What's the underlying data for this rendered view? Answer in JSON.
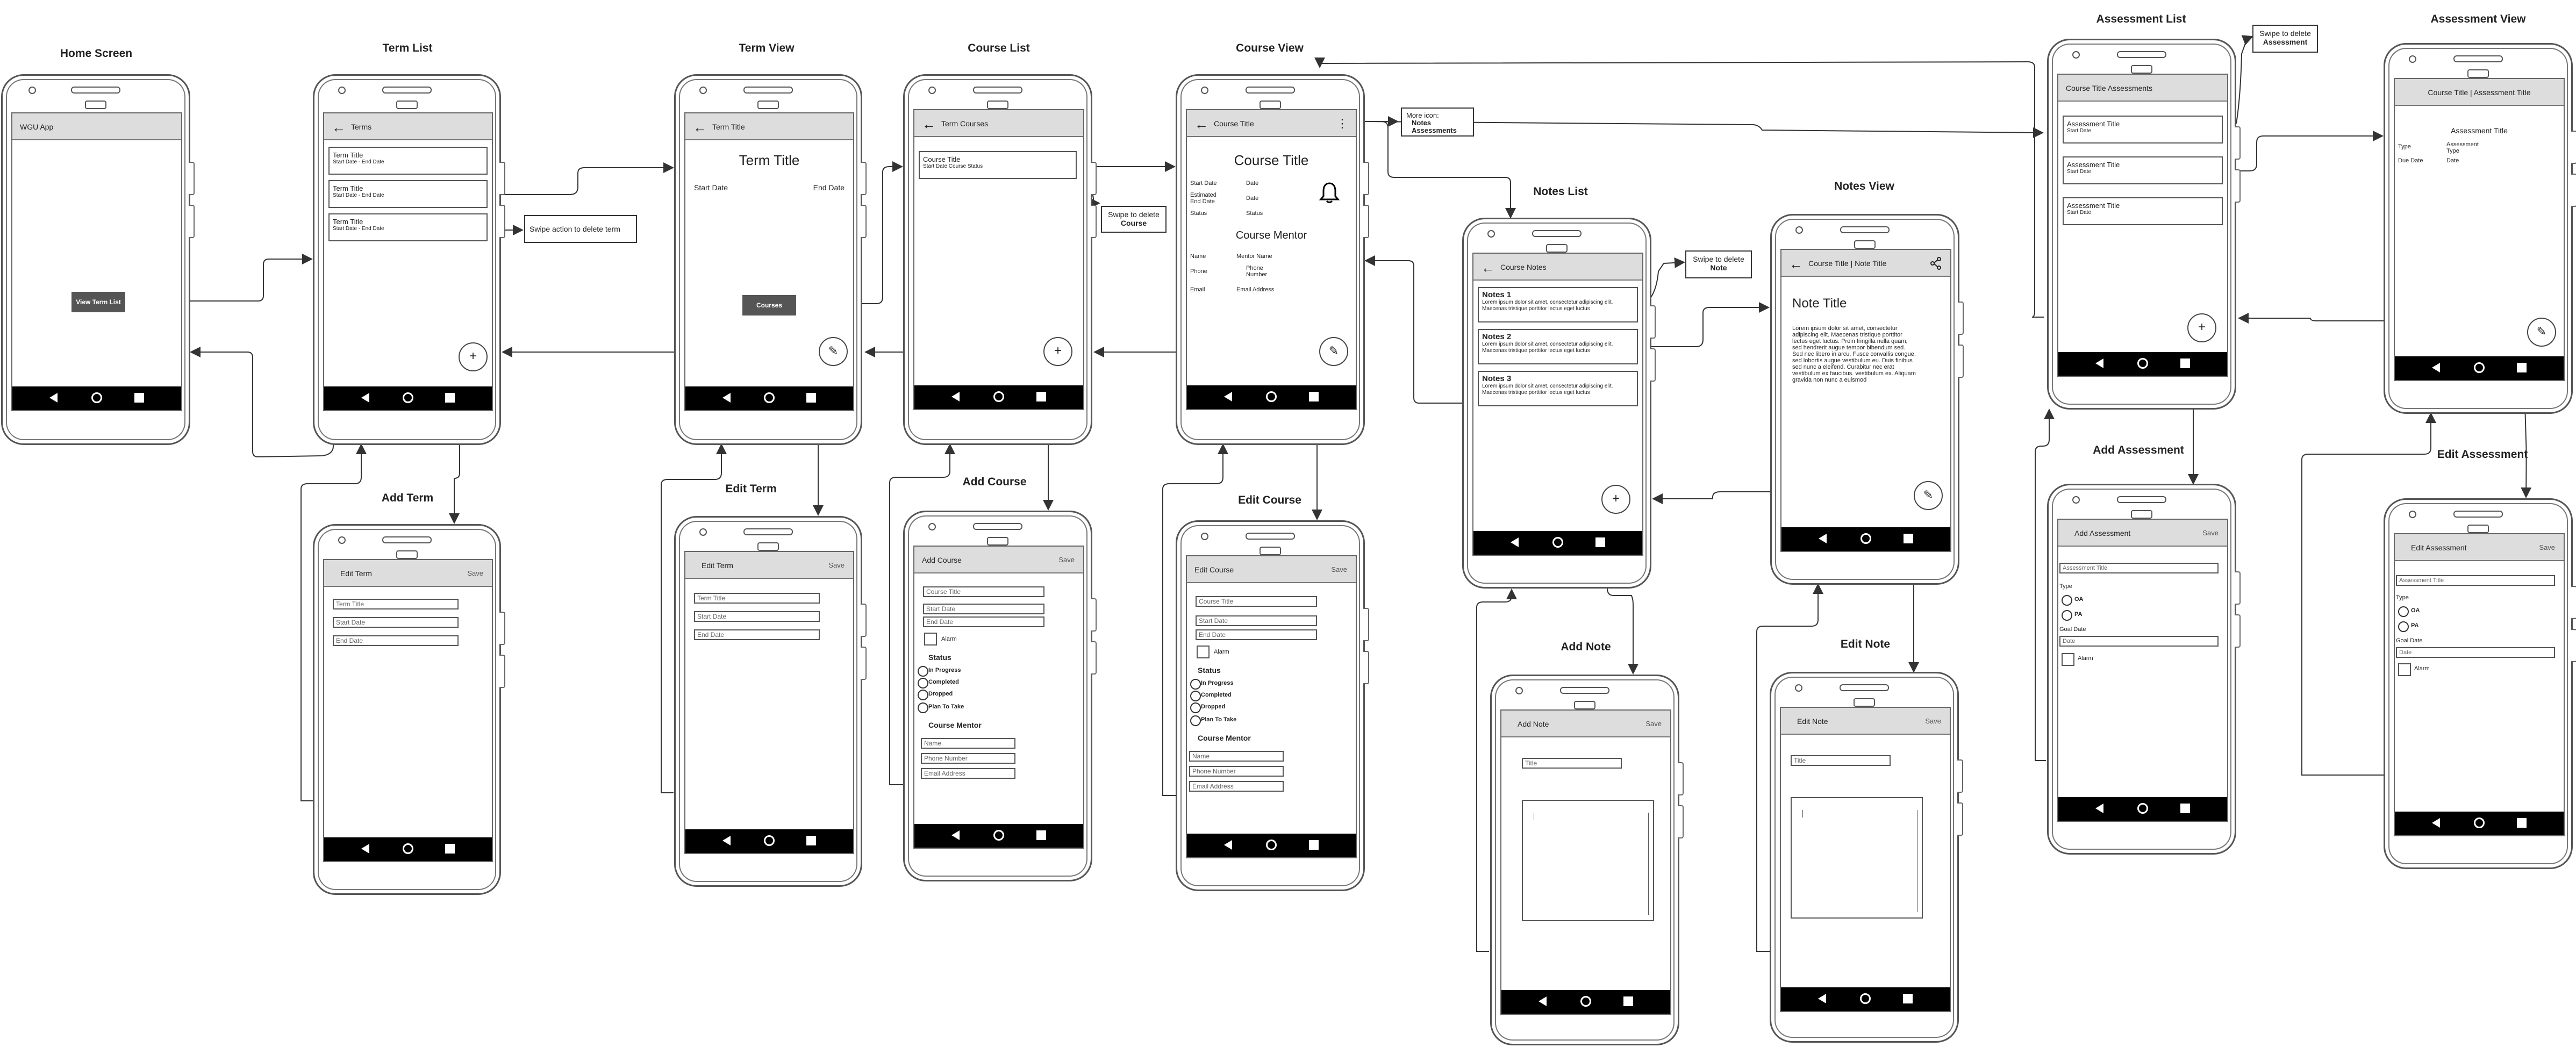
{
  "titles": {
    "home": "Home Screen",
    "term_list": "Term List",
    "term_view": "Term View",
    "course_list": "Course List",
    "course_view": "Course View",
    "notes_list": "Notes List",
    "notes_view": "Notes View",
    "assessment_list": "Assessment List",
    "assessment_view": "Assessment View",
    "add_term": "Add Term",
    "edit_term": "Edit Term",
    "add_course": "Add Course",
    "edit_course": "Edit Course",
    "add_note": "Add Note",
    "edit_note": "Edit Note",
    "add_assessment": "Add Assessment",
    "edit_assessment": "Edit Assessment"
  },
  "home": {
    "appbar": "WGU App",
    "button": "View Term List"
  },
  "term_list": {
    "appbar": "Terms",
    "items": [
      {
        "title": "Term Title",
        "sub": "Start Date - End Date"
      },
      {
        "title": "Term Title",
        "sub": "Start Date - End Date"
      },
      {
        "title": "Term Title",
        "sub": "Start Date - End Date"
      }
    ],
    "fab": "+"
  },
  "term_view": {
    "appbar": "Term Title",
    "title": "Term Title",
    "start": "Start Date",
    "end": "End Date",
    "button": "Courses"
  },
  "course_list": {
    "appbar": "Term Courses",
    "item_title": "Course Title",
    "item_sub": "Start Date  Course Status",
    "fab": "+"
  },
  "course_view": {
    "appbar": "Course Title",
    "title": "Course Title",
    "rows": [
      {
        "label": "Start Date",
        "value": "Date"
      },
      {
        "label": "Estimated End Date",
        "value": "Date"
      },
      {
        "label": "Status",
        "value": "Status"
      }
    ],
    "mentor_heading": "Course Mentor",
    "mentor_rows": [
      {
        "label": "Name",
        "value": "Mentor Name"
      },
      {
        "label": "Phone",
        "value": "Phone Number"
      },
      {
        "label": "Email",
        "value": "Email Address"
      }
    ]
  },
  "notes_list": {
    "appbar": "Course Notes",
    "items": [
      {
        "title": "Notes 1",
        "body": "Lorem ipsum dolor sit amet, consectetur adipiscing elit. Maecenas tristique porttitor lectus eget luctus"
      },
      {
        "title": "Notes 2",
        "body": "Lorem ipsum dolor sit amet, consectetur adipiscing elit. Maecenas tristique porttitor lectus eget luctus"
      },
      {
        "title": "Notes 3",
        "body": "Lorem ipsum dolor sit amet, consectetur adipiscing elit. Maecenas tristique porttitor lectus eget luctus"
      }
    ],
    "fab": "+"
  },
  "notes_view": {
    "appbar": "Course Title | Note Title",
    "title": "Note Title",
    "body": "Lorem ipsum dolor sit amet, consectetur adipiscing elit. Maecenas tristique porttitor lectus eget luctus. Proin fringilla nulla quam, sed hendrerit augue tempor bibendum sed. Sed nec libero in arcu. Fusce convallis congue, sed lobortis augue vestibulum eu. Duis finibus sed nunc a eleifend. Curabitur nec erat vestibulum ex faucibus. vestibulum ex. Aliquam gravida non nunc a euismod"
  },
  "assessment_list": {
    "appbar": "Course Title Assessments",
    "items": [
      {
        "title": "Assessment Title",
        "sub": "Start Date"
      },
      {
        "title": "Assessment Title",
        "sub": "Start Date"
      },
      {
        "title": "Assessment Title",
        "sub": "Start Date"
      }
    ],
    "fab": "+"
  },
  "assessment_view": {
    "appbar": "Course Title | Assessment Title",
    "title": "Assessment Title",
    "rows": [
      {
        "label": "Type",
        "value": "Assessment Type"
      },
      {
        "label": "Due Date",
        "value": "Date"
      }
    ]
  },
  "add_term": {
    "appbar": "Edit Term",
    "save": "Save",
    "fields": [
      "Term Title",
      "Start Date",
      "End Date"
    ]
  },
  "edit_term": {
    "appbar": "Edit Term",
    "save": "Save",
    "fields": [
      "Term Title",
      "Start Date",
      "End Date"
    ]
  },
  "add_course": {
    "appbar": "Add Course",
    "save": "Save",
    "fields": [
      "Course Title",
      "Start Date",
      "End Date"
    ],
    "alarm": "Alarm",
    "status_heading": "Status",
    "statuses": [
      "In Progress",
      "Completed",
      "Dropped",
      "Plan To Take"
    ],
    "mentor_heading": "Course Mentor",
    "mentor_fields": [
      "Name",
      "Phone Number",
      "Email Address"
    ]
  },
  "edit_course": {
    "appbar": "Edit Course",
    "save": "Save",
    "fields": [
      "Course Title",
      "Start Date",
      "End Date"
    ],
    "alarm": "Alarm",
    "status_heading": "Status",
    "statuses": [
      "In Progress",
      "Completed",
      "Dropped",
      "Plan To Take"
    ],
    "mentor_heading": "Course Mentor",
    "mentor_fields": [
      "Name",
      "Phone Number",
      "Email Address"
    ]
  },
  "add_note": {
    "appbar": "Add Note",
    "save": "Save",
    "field": "Title"
  },
  "edit_note": {
    "appbar": "Edit Note",
    "save": "Save",
    "field": "Title"
  },
  "add_assessment": {
    "appbar": "Add Assessment",
    "save": "Save",
    "title_field": "Assessment Title",
    "type_label": "Type",
    "types": [
      "OA",
      "PA"
    ],
    "goal_label": "Goal Date",
    "goal_field": "Date",
    "alarm": "Alarm"
  },
  "edit_assessment": {
    "appbar": "Edit Assessment",
    "save": "Save",
    "title_field": "Assessment Title",
    "type_label": "Type",
    "types": [
      "OA",
      "PA"
    ],
    "goal_label": "Goal Date",
    "goal_field": "Date",
    "alarm": "Alarm"
  },
  "callouts": {
    "delete_term": "Swipe action to delete term",
    "delete_course_1": "Swipe to delete",
    "delete_course_2": "Course",
    "more_icon_1": "More icon:",
    "more_icon_2": "Notes",
    "more_icon_3": "Assessments",
    "delete_note_1": "Swipe to delete",
    "delete_note_2": "Note",
    "delete_assessment_1": "Swipe to delete",
    "delete_assessment_2": "Assessment"
  }
}
